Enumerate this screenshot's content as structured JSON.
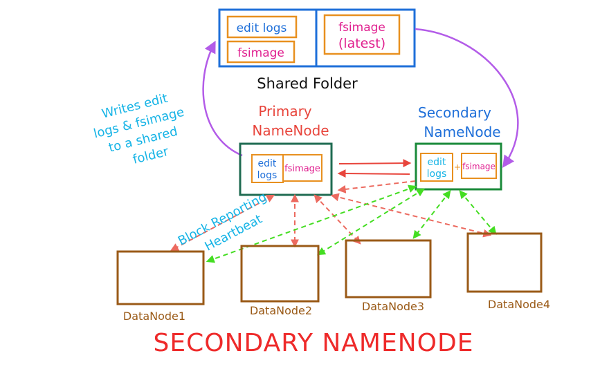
{
  "shared_folder": {
    "label": "Shared Folder",
    "edit_logs": "edit logs",
    "fsimage": "fsimage",
    "fsimage_latest_line1": "fsimage",
    "fsimage_latest_line2": "(latest)"
  },
  "writes_note": {
    "line1": "Writes edit",
    "line2": "logs & fsimage",
    "line3": "to a shared",
    "line4": "folder"
  },
  "primary": {
    "title_line1": "Primary",
    "title_line2": "NameNode",
    "edit_line1": "edit",
    "edit_line2": "logs",
    "fsimage": "fsimage"
  },
  "secondary": {
    "title_line1": "Secondary",
    "title_line2": "NameNode",
    "edit_line1": "edit",
    "edit_line2": "logs",
    "plus": "+",
    "fsimage": "fsimage"
  },
  "block_reporting": "Block Reporting",
  "heartbeat": "Heartbeat",
  "datanodes": [
    "DataNode1",
    "DataNode2",
    "DataNode3",
    "DataNode4"
  ],
  "main_title": "SECONDARY NAMENODE",
  "colors": {
    "blue": "#1e6fd9",
    "orange": "#e8901f",
    "magenta": "#e01f8f",
    "cyan": "#17b4e6",
    "green_dark": "#1f6b52",
    "green": "#1a8a3a",
    "red": "#e8453c",
    "salmon": "#ec6a5f",
    "lime": "#44dd22",
    "purple": "#b35ce8",
    "brown": "#9a5a17",
    "title_red": "#ee2a2a"
  }
}
